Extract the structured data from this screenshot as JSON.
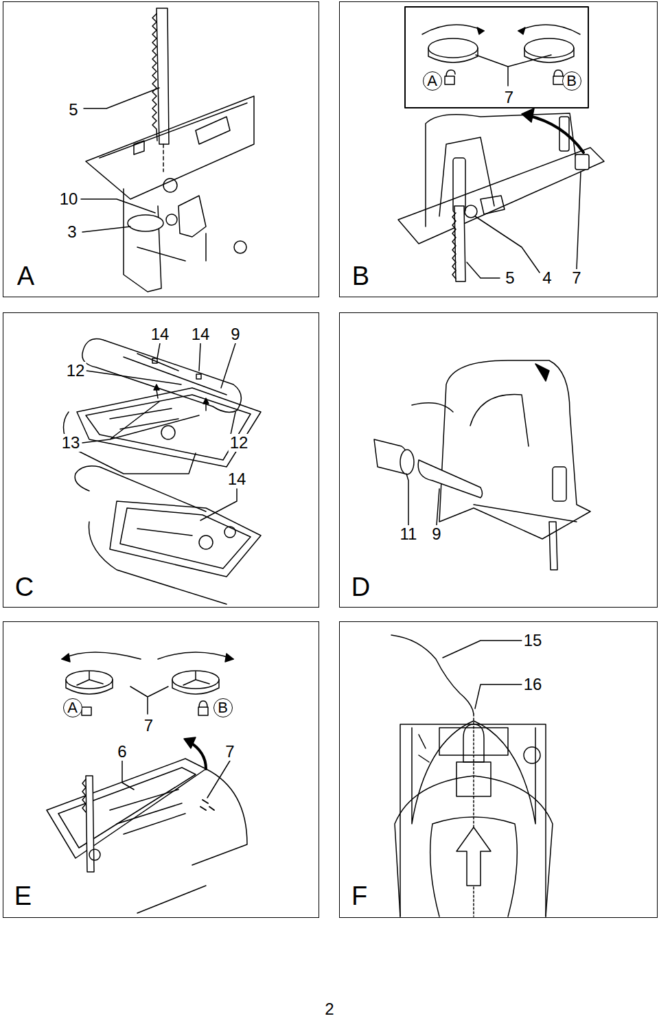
{
  "diagram": {
    "nodes": [
      {
        "text": [
          "A"
        ]
      },
      {
        "text": [
          "B"
        ]
      },
      {
        "text": [
          "7"
        ],
        "in": 1
      },
      {
        "text": [
          "A"
        ],
        "in": 2
      },
      {
        "text": [
          "B"
        ],
        "in": 2
      },
      {
        "text": [
          "C"
        ]
      },
      {
        "text": [
          "D"
        ]
      },
      {
        "text": [
          "E"
        ]
      },
      {
        "text": [
          "7"
        ],
        "in": 7
      },
      {
        "text": [
          "A"
        ],
        "in": 8
      },
      {
        "text": [
          "B"
        ],
        "in": 8
      },
      {
        "text": [
          "F"
        ]
      }
    ],
    "labels": [
      "5",
      "10",
      "3",
      "5",
      "4",
      "7",
      "14",
      "14",
      "9",
      "12",
      "13",
      "12",
      "14",
      "11",
      "9",
      "6",
      "7",
      "15",
      "16",
      "2"
    ]
  }
}
